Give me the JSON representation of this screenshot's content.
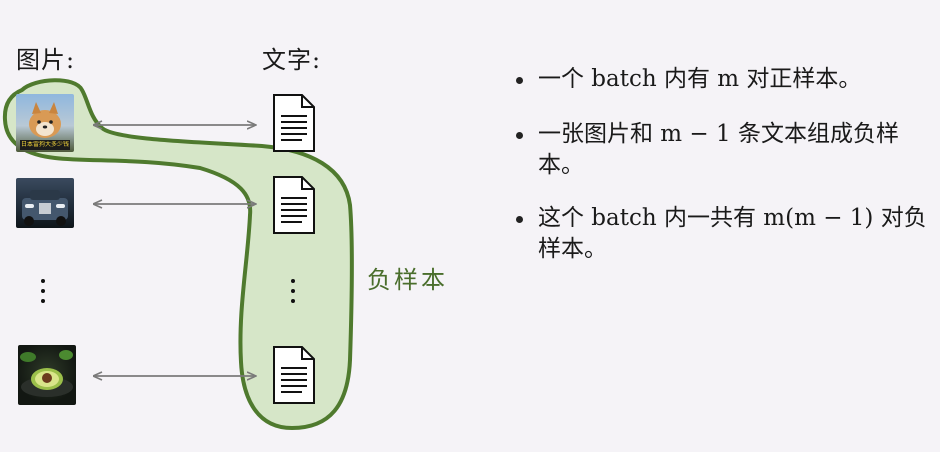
{
  "headers": {
    "images_label": "图片:",
    "texts_label": "文字:"
  },
  "images": [
    {
      "icon": "shiba-dog-photo",
      "caption": "日本雷狗大多少钱"
    },
    {
      "icon": "luxury-car-photo"
    },
    {
      "icon": "avocado-dish-photo"
    }
  ],
  "negative_samples_label": "负样本",
  "bullets": [
    "一个 batch 内有 m 对正样本。",
    "一张图片和 m − 1 条文本组成负样本。",
    "这个 batch 内一共有 m(m − 1) 对负样本。"
  ],
  "colors": {
    "background": "#f5f3f7",
    "highlight_fill": "#d6e6c8",
    "highlight_stroke": "#4f7a2e",
    "negative_label": "#4a6e2c",
    "arrow": "#7a7a7a"
  }
}
